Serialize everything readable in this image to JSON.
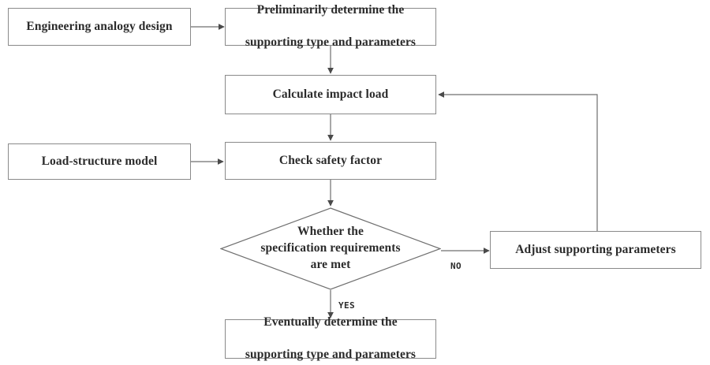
{
  "diagram": {
    "type": "flowchart",
    "title": "Supporting design iteration flowchart",
    "colors": {
      "background": "#ffffff",
      "box_border": "#8a8a8a",
      "box_fill": "#ffffff",
      "text": "#2b2b2b",
      "connector": "#6f6f6f"
    },
    "nodes": [
      {
        "id": "engineering-analogy-design",
        "shape": "rectangle",
        "lines": [
          "Engineering analogy design"
        ],
        "text": "Engineering analogy design"
      },
      {
        "id": "preliminarily-determine",
        "shape": "rectangle",
        "lines": [
          "Preliminarily determine the",
          "supporting type and parameters"
        ],
        "line1": "Preliminarily determine the",
        "line2": "supporting type and parameters"
      },
      {
        "id": "calculate-impact-load",
        "shape": "rectangle",
        "lines": [
          "Calculate impact load"
        ],
        "text": "Calculate impact load"
      },
      {
        "id": "load-structure-model",
        "shape": "rectangle",
        "lines": [
          "Load-structure model"
        ],
        "text": "Load-structure model"
      },
      {
        "id": "check-safety-factor",
        "shape": "rectangle",
        "lines": [
          "Check safety factor"
        ],
        "text": "Check safety factor"
      },
      {
        "id": "whether-specification-requirements-are-met",
        "shape": "diamond",
        "lines": [
          "Whether the",
          "specification requirements",
          "are met"
        ],
        "line1": "Whether the",
        "line2": "specification requirements",
        "line3": "are met"
      },
      {
        "id": "adjust-supporting-parameters",
        "shape": "rectangle",
        "lines": [
          "Adjust supporting parameters"
        ],
        "text": "Adjust supporting parameters"
      },
      {
        "id": "eventually-determine",
        "shape": "rectangle",
        "lines": [
          "Eventually determine the",
          "supporting type and parameters"
        ],
        "line1": "Eventually determine the",
        "line2": "supporting type and parameters"
      }
    ],
    "edge_labels": {
      "no": "NO",
      "yes": "YES"
    },
    "edges": [
      {
        "from": "engineering-analogy-design",
        "to": "preliminarily-determine",
        "label": ""
      },
      {
        "from": "preliminarily-determine",
        "to": "calculate-impact-load",
        "label": ""
      },
      {
        "from": "calculate-impact-load",
        "to": "check-safety-factor",
        "label": ""
      },
      {
        "from": "load-structure-model",
        "to": "check-safety-factor",
        "label": ""
      },
      {
        "from": "check-safety-factor",
        "to": "whether-specification-requirements-are-met",
        "label": ""
      },
      {
        "from": "whether-specification-requirements-are-met",
        "to": "adjust-supporting-parameters",
        "label": "NO"
      },
      {
        "from": "whether-specification-requirements-are-met",
        "to": "eventually-determine",
        "label": "YES"
      },
      {
        "from": "adjust-supporting-parameters",
        "to": "calculate-impact-load",
        "label": ""
      }
    ]
  }
}
